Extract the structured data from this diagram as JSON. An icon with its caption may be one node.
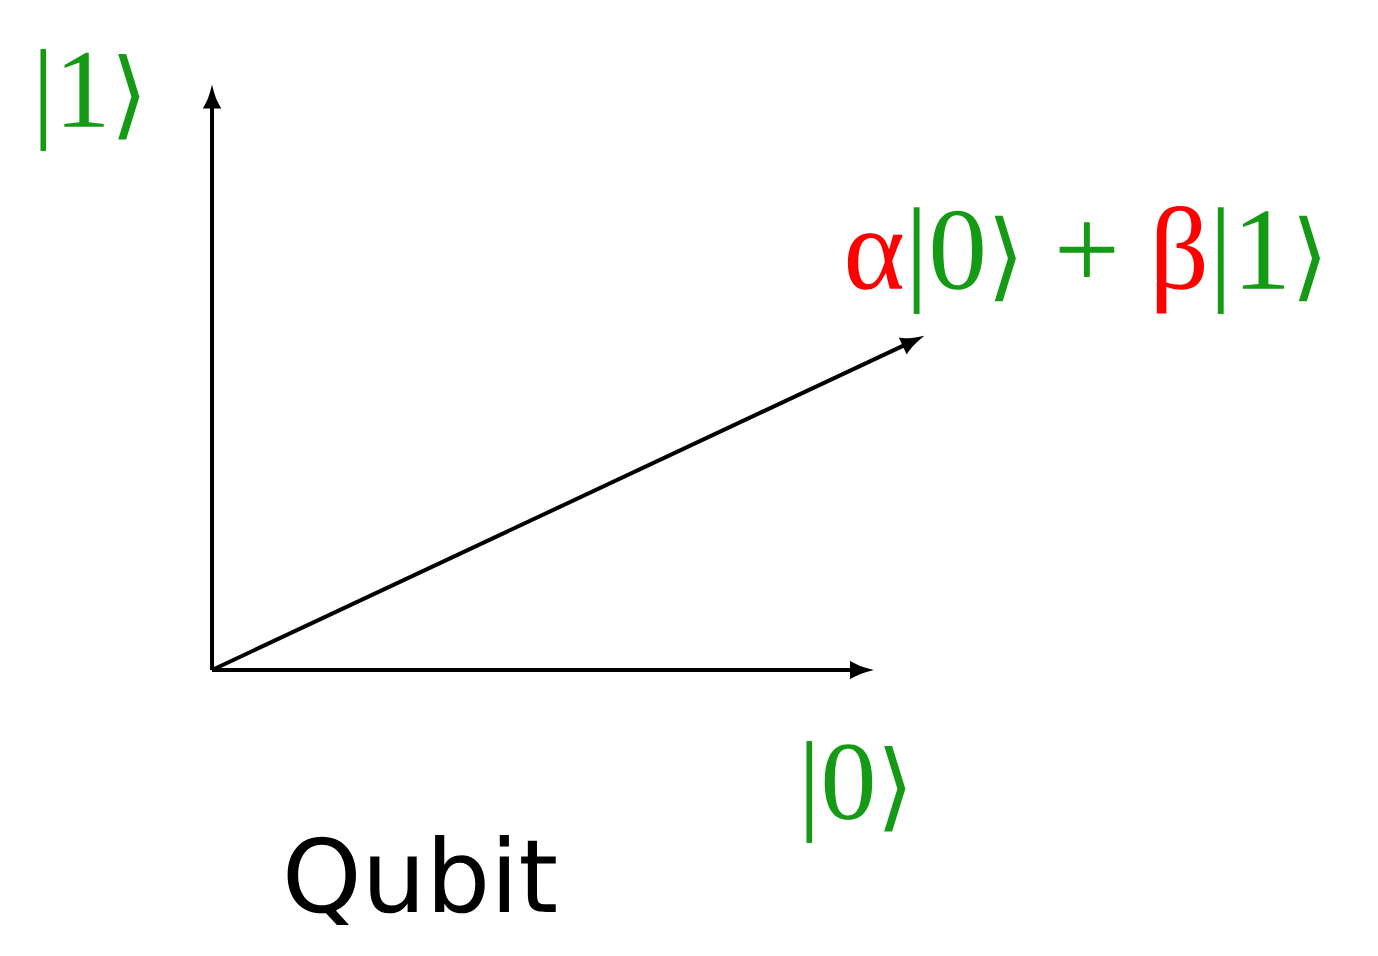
{
  "diagram": {
    "nodes": [
      {
        "text": [
          "|1⟩"
        ]
      },
      {
        "text": [
          "α|0⟩ + β|1⟩"
        ]
      },
      {
        "text": [
          "|0⟩"
        ]
      }
    ],
    "edges": [
      {
        "from": null,
        "to": 0,
        "arrow": "to"
      },
      {
        "from": null,
        "to": 1,
        "arrow": "to"
      },
      {
        "from": null,
        "to": 2,
        "arrow": "to"
      }
    ],
    "labels": [
      "Qubit"
    ]
  }
}
